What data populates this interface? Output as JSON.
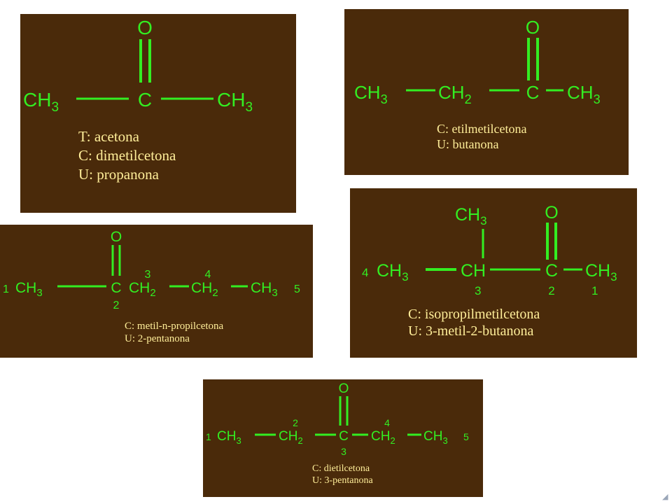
{
  "panels": {
    "acetone": {
      "atoms": {
        "o": "O",
        "left": "CH",
        "left_sub": "3",
        "c": "C",
        "right": "CH",
        "right_sub": "3"
      },
      "names": [
        "T: acetona",
        "C: dimetilcetona",
        "U: propanona"
      ]
    },
    "butanone": {
      "atoms": {
        "o": "O",
        "a1": "CH",
        "a1_sub": "3",
        "a2": "CH",
        "a2_sub": "2",
        "c": "C",
        "a4": "CH",
        "a4_sub": "3"
      },
      "names": [
        "C: etilmetilcetona",
        "U: butanona"
      ]
    },
    "pentan2one": {
      "atoms": {
        "o": "O",
        "a1": "CH",
        "a1_sub": "3",
        "c": "C",
        "a3": "CH",
        "a3_sub": "2",
        "a4": "CH",
        "a4_sub": "2",
        "a5": "CH",
        "a5_sub": "3"
      },
      "numbers": {
        "n1": "1",
        "n2": "2",
        "n3": "3",
        "n4": "4",
        "n5": "5"
      },
      "names": [
        "C: metil-n-propilcetona",
        "U: 2-pentanona"
      ]
    },
    "methylbutanone": {
      "atoms": {
        "top": "CH",
        "top_sub": "3",
        "o": "O",
        "a4": "CH",
        "a4_sub": "3",
        "ch": "CH",
        "c": "C",
        "a1": "CH",
        "a1_sub": "3"
      },
      "numbers": {
        "n4": "4",
        "n3": "3",
        "n2": "2",
        "n1": "1"
      },
      "names": [
        "C: isopropilmetilcetona",
        "U: 3-metil-2-butanona"
      ]
    },
    "pentan3one": {
      "atoms": {
        "o": "O",
        "a1": "CH",
        "a1_sub": "3",
        "a2": "CH",
        "a2_sub": "2",
        "c": "C",
        "a4": "CH",
        "a4_sub": "2",
        "a5": "CH",
        "a5_sub": "3"
      },
      "numbers": {
        "n1": "1",
        "n2": "2",
        "n3": "3",
        "n4": "4",
        "n5": "5"
      },
      "names": [
        "C: dietilcetona",
        "U: 3-pentanona"
      ]
    }
  },
  "colors": {
    "panel_bg": "#4a2a0a",
    "formula": "#33ee22",
    "names": "#ffee99"
  },
  "icons": {
    "corner": "slide-corner-icon"
  }
}
